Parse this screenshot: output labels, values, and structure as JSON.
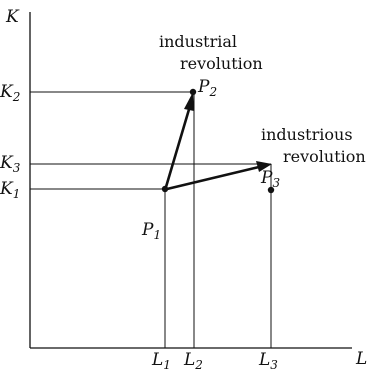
{
  "axes": {
    "x": {
      "letter": "L"
    },
    "y": {
      "letter": "K"
    }
  },
  "points": [
    {
      "id": "P1",
      "letter": "P",
      "sub": "1",
      "L": 1.0,
      "K": 1.0
    },
    {
      "id": "P2",
      "letter": "P",
      "sub": "2",
      "L": 1.3,
      "K": 3.0
    },
    {
      "id": "P3",
      "letter": "P",
      "sub": "3",
      "L": 3.5,
      "K": 1.25
    }
  ],
  "x_ticks": [
    {
      "letter": "L",
      "sub": "1"
    },
    {
      "letter": "L",
      "sub": "2"
    },
    {
      "letter": "L",
      "sub": "3"
    }
  ],
  "y_ticks": [
    {
      "letter": "K",
      "sub": "2"
    },
    {
      "letter": "K",
      "sub": "3"
    },
    {
      "letter": "K",
      "sub": "1"
    }
  ],
  "annotations": {
    "industrial": {
      "line1": "industrial",
      "line2": "revolution"
    },
    "industrious": {
      "line1": "industrious",
      "line2": "revolution"
    }
  },
  "colors": {
    "ink": "#111111",
    "background": "#ffffff"
  }
}
